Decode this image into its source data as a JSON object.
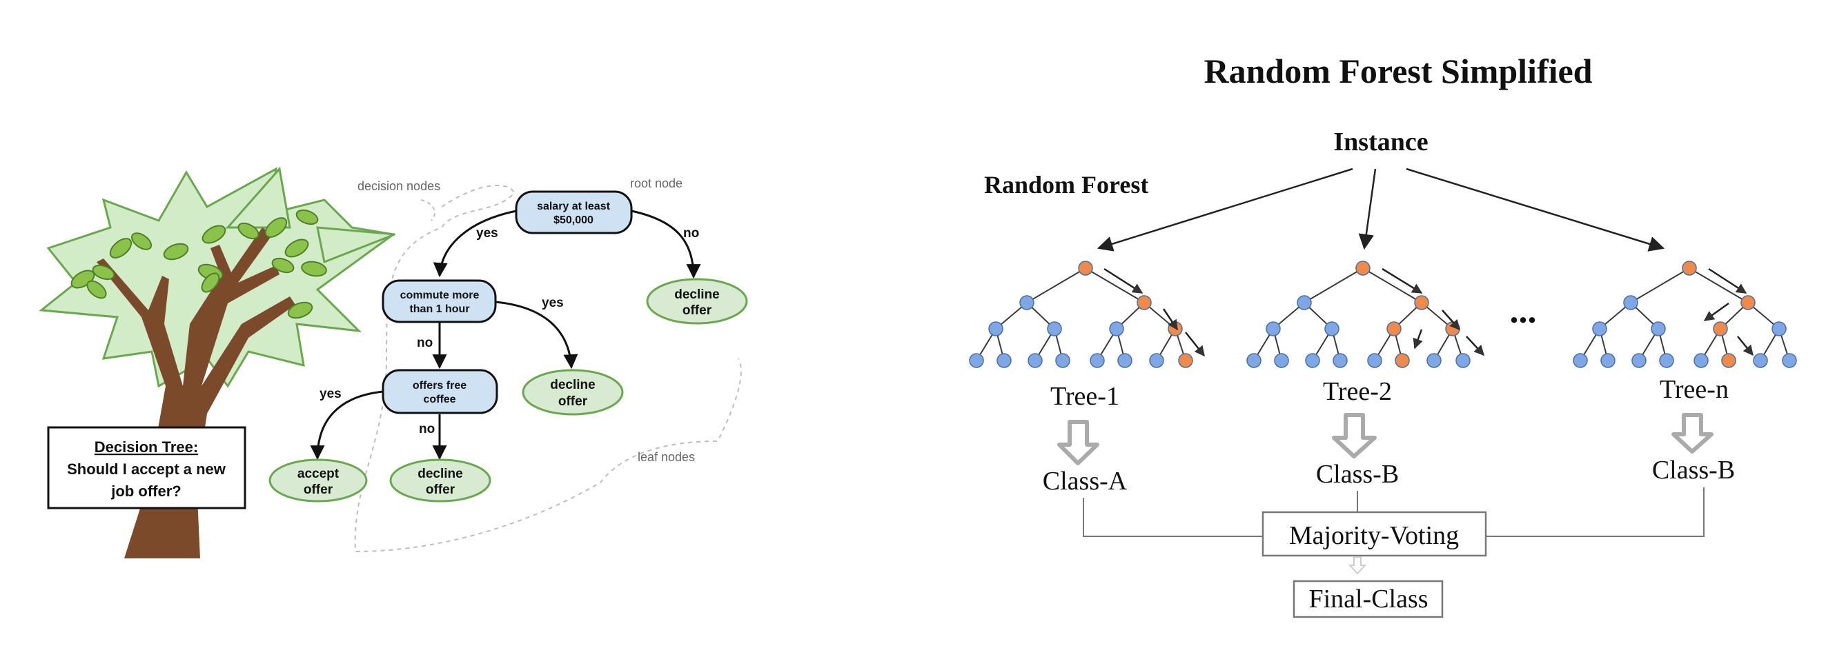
{
  "decision_tree": {
    "caption": {
      "line1": "Decision Tree:",
      "line2": "Should I accept a new",
      "line3": "job offer?"
    },
    "annotations": {
      "decision_nodes": "decision nodes",
      "root_node": "root node",
      "leaf_nodes": "leaf nodes"
    },
    "nodes": {
      "root": {
        "line1": "salary at least",
        "line2": "$50,000"
      },
      "commute": {
        "line1": "commute more",
        "line2": "than 1 hour"
      },
      "coffee": {
        "line1": "offers free",
        "line2": "coffee"
      },
      "leaf_no_salary": {
        "line1": "decline",
        "line2": "offer"
      },
      "leaf_yes_commute": {
        "line1": "decline",
        "line2": "offer"
      },
      "leaf_yes_coffee": {
        "line1": "accept",
        "line2": "offer"
      },
      "leaf_no_coffee": {
        "line1": "decline",
        "line2": "offer"
      }
    },
    "edges": {
      "root_yes": "yes",
      "root_no": "no",
      "commute_yes": "yes",
      "commute_no": "no",
      "coffee_yes": "yes",
      "coffee_no": "no"
    },
    "colors": {
      "decision_fill": "#cfe2f3",
      "leaf_fill": "#d9ead3",
      "leaf_stroke": "#6aa84f",
      "tree_trunk": "#7b4a2a",
      "foliage": "#d3ecc8",
      "foliage_stroke": "#6aa84f"
    }
  },
  "random_forest": {
    "title": "Random Forest Simplified",
    "instance": "Instance",
    "forest_label": "Random Forest",
    "ellipsis": "...",
    "trees": [
      {
        "label": "Tree-1",
        "class": "Class-A"
      },
      {
        "label": "Tree-2",
        "class": "Class-B"
      },
      {
        "label": "Tree-n",
        "class": "Class-B"
      }
    ],
    "majority": "Majority-Voting",
    "final": "Final-Class",
    "colors": {
      "node_blue": "#7fa7e6",
      "node_orange": "#f08a4b",
      "node_stroke": "#4a6fa5"
    }
  }
}
